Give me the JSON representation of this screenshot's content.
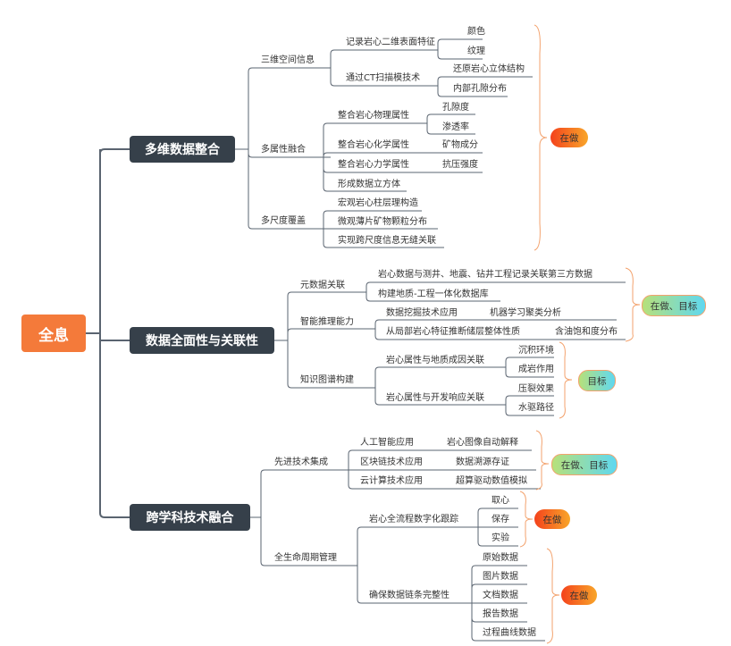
{
  "root": {
    "label": "全息"
  },
  "branches": [
    {
      "label": "多维数据整合",
      "children": [
        {
          "label": "三维空间信息",
          "children": [
            {
              "label": "记录岩心二维表面特征",
              "children": [
                "颜色",
                "纹理"
              ]
            },
            {
              "label": "通过CT扫描模技术",
              "children": [
                "还原岩心立体结构",
                "内部孔隙分布"
              ]
            }
          ]
        },
        {
          "label": "多属性融合",
          "children": [
            {
              "label": "整合岩心物理属性",
              "children": [
                "孔隙度",
                "渗透率"
              ]
            },
            {
              "label": "整合岩心化学属性",
              "children": [
                "矿物成分"
              ]
            },
            {
              "label": "整合岩心力学属性",
              "children": [
                "抗压强度"
              ]
            },
            {
              "label": "形成数据立方体",
              "children": []
            }
          ]
        },
        {
          "label": "多尺度覆盖",
          "children": [
            {
              "label": "宏观岩心柱层理构造",
              "children": []
            },
            {
              "label": "微观薄片矿物颗粒分布",
              "children": []
            },
            {
              "label": "实现跨尺度信息无缝关联",
              "children": []
            }
          ]
        }
      ],
      "tags": [
        {
          "label": "在做",
          "style": "doing"
        }
      ]
    },
    {
      "label": "数据全面性与关联性",
      "children": [
        {
          "label": "元数据关联",
          "children": [
            {
              "label": "岩心数据与测井、地震、钻井工程记录关联第三方数据",
              "children": []
            },
            {
              "label": "构建地质-工程一体化数据库",
              "children": []
            }
          ]
        },
        {
          "label": "智能推理能力",
          "children": [
            {
              "label": "数据挖掘技术应用",
              "children": [
                "机器学习聚类分析"
              ]
            },
            {
              "label": "从局部岩心特征推断储层整体性质",
              "children": [
                "含油饱和度分布"
              ]
            }
          ]
        },
        {
          "label": "知识图谱构建",
          "children": [
            {
              "label": "岩心属性与地质成因关联",
              "children": [
                "沉积环境",
                "成岩作用"
              ]
            },
            {
              "label": "岩心属性与开发响应关联",
              "children": [
                "压裂效果",
                "水驱路径"
              ]
            }
          ]
        }
      ],
      "tags": [
        {
          "label": "在做、目标",
          "style": "mix"
        },
        {
          "label": "目标",
          "style": "mix"
        }
      ]
    },
    {
      "label": "跨学科技术融合",
      "children": [
        {
          "label": "先进技术集成",
          "children": [
            {
              "label": "人工智能应用",
              "children": [
                "岩心图像自动解释"
              ]
            },
            {
              "label": "区块链技术应用",
              "children": [
                "数据溯源存证"
              ]
            },
            {
              "label": "云计算技术应用",
              "children": [
                "超算驱动数值模拟"
              ]
            }
          ]
        },
        {
          "label": "全生命周期管理",
          "children": [
            {
              "label": "岩心全流程数字化跟踪",
              "children": [
                "取心",
                "保存",
                "实验"
              ]
            },
            {
              "label": "确保数据链条完整性",
              "children": [
                "原始数据",
                "图片数据",
                "文档数据",
                "报告数据",
                "过程曲线数据"
              ]
            }
          ]
        }
      ],
      "tags": [
        {
          "label": "在做、目标",
          "style": "mix"
        },
        {
          "label": "在做",
          "style": "doing"
        },
        {
          "label": "在做",
          "style": "doing"
        }
      ]
    }
  ],
  "colors": {
    "root": "#f47a3a",
    "main_node": "#36404a",
    "line": "#5a6470",
    "brace": "#f3a26d"
  }
}
